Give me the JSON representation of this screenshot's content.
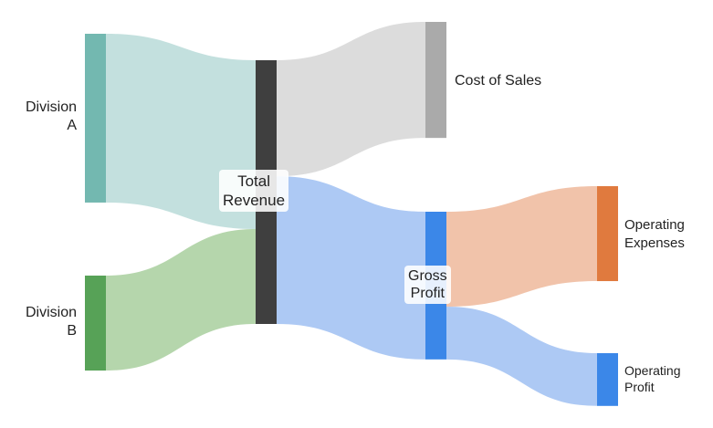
{
  "chart_data": {
    "type": "sankey",
    "title": "",
    "nodes": [
      {
        "id": "divA",
        "label": "Division A",
        "column": 0,
        "color": "#73b8b0"
      },
      {
        "id": "divB",
        "label": "Division B",
        "column": 0,
        "color": "#57a257"
      },
      {
        "id": "total",
        "label": "Total Revenue",
        "column": 1,
        "color": "#3f3f3f"
      },
      {
        "id": "cos",
        "label": "Cost of Sales",
        "column": 2,
        "color": "#aaaaaa"
      },
      {
        "id": "gp",
        "label": "Gross Profit",
        "column": 2,
        "color": "#3b87e8"
      },
      {
        "id": "opex",
        "label": "Operating Expenses",
        "column": 3,
        "color": "#e07a3e"
      },
      {
        "id": "op",
        "label": "Operating Profit",
        "column": 3,
        "color": "#3b87e8"
      }
    ],
    "links": [
      {
        "source": "divA",
        "target": "total",
        "value": 64,
        "color": "#c3e0de"
      },
      {
        "source": "divB",
        "target": "total",
        "value": 36,
        "color": "#b5d6ac"
      },
      {
        "source": "total",
        "target": "cos",
        "value": 44,
        "color": "#dcdcdc"
      },
      {
        "source": "total",
        "target": "gp",
        "value": 56,
        "color": "#adc9f4"
      },
      {
        "source": "gp",
        "target": "opex",
        "value": 36,
        "color": "#f1c3aa"
      },
      {
        "source": "gp",
        "target": "op",
        "value": 20,
        "color": "#adc9f4"
      }
    ]
  },
  "labels": {
    "divA": [
      "Division",
      "A"
    ],
    "divB": [
      "Division",
      "B"
    ],
    "total": [
      "Total",
      "Revenue"
    ],
    "cos": "Cost of Sales",
    "gp": [
      "Gross",
      "Profit"
    ],
    "opex": [
      "Operating",
      "Expenses"
    ],
    "op": [
      "Operating",
      "Profit"
    ]
  }
}
